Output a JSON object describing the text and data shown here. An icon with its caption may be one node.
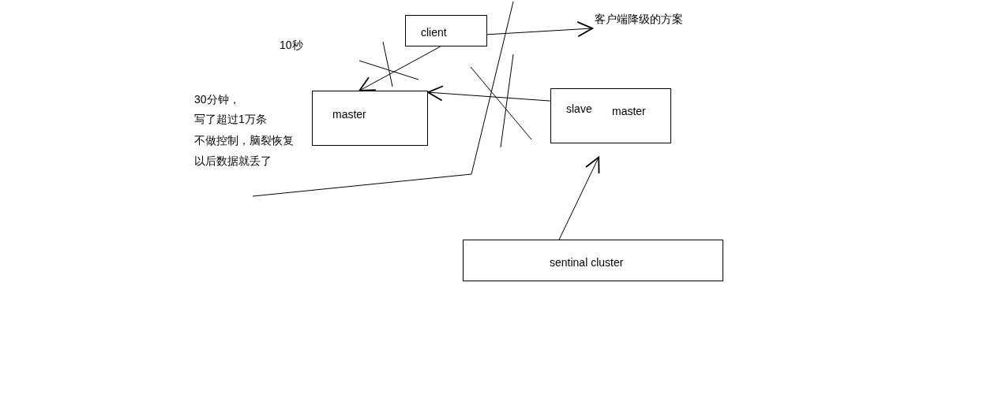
{
  "diagram": {
    "nodes": [
      {
        "text": [
          "client"
        ]
      },
      {
        "text": [
          "客户端降级的方案"
        ]
      },
      {
        "text": [
          "master"
        ]
      },
      {
        "text": [
          "slave",
          "master"
        ]
      },
      {
        "text": [
          "sentinal cluster"
        ]
      }
    ],
    "edges": [
      {
        "from": 0,
        "to": 1,
        "arrow": "to"
      },
      {
        "from": 0,
        "to": 2,
        "arrow": "to"
      },
      {
        "from": 3,
        "to": 2,
        "arrow": "to"
      },
      {
        "from": 4,
        "to": 3,
        "arrow": "to"
      }
    ],
    "labels": [
      "10秒",
      "30分钟，",
      "写了超过1万条",
      "不做控制，脑裂恢复",
      "以后数据就丢了"
    ]
  }
}
